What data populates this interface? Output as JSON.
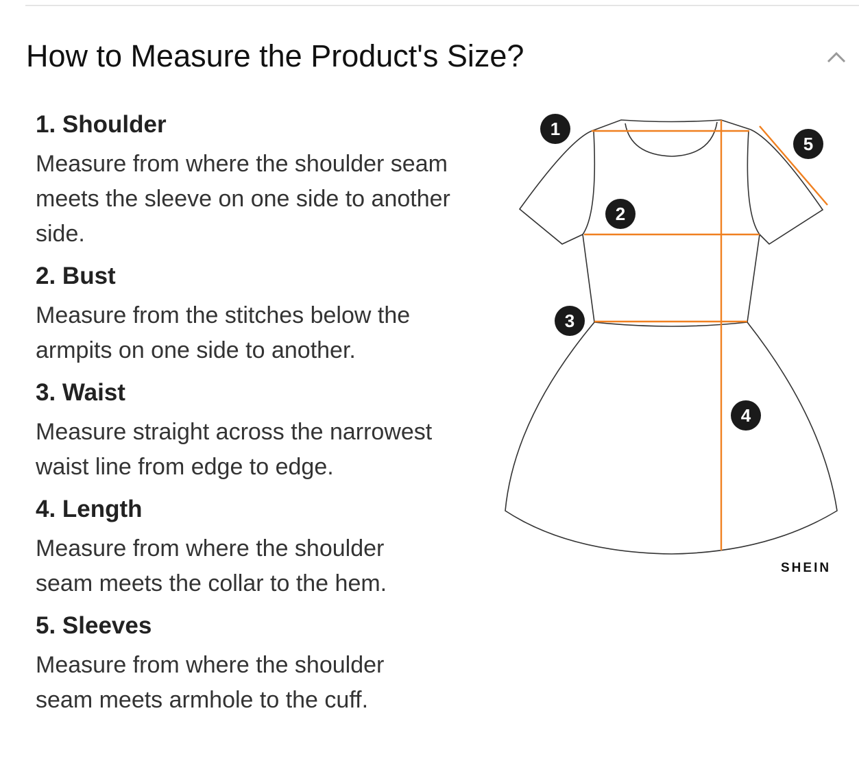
{
  "title": "How to Measure the Product's Size?",
  "items": [
    {
      "heading": "1. Shoulder",
      "text": "Measure from where the shoulder seam meets the sleeve on one side to another side."
    },
    {
      "heading": "2. Bust",
      "text": "Measure from the stitches below the armpits on one side to another."
    },
    {
      "heading": "3. Waist",
      "text": "Measure straight across the narrowest waist line from edge to edge."
    },
    {
      "heading": "4. Length",
      "text": "Measure from where the shoulder seam meets the collar to the hem."
    },
    {
      "heading": "5. Sleeves",
      "text": "Measure from where the shoulder seam meets armhole to the cuff."
    }
  ],
  "diagram": {
    "badges": [
      "1",
      "2",
      "3",
      "4",
      "5"
    ],
    "brand": "SHEIN",
    "accent": "#f08020"
  }
}
